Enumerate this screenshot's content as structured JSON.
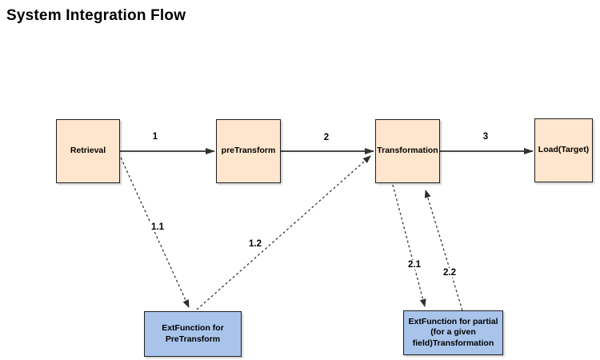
{
  "title": "System Integration Flow",
  "nodes": {
    "retrieval": {
      "label": "Retrieval"
    },
    "pretransform": {
      "label": "preTransform"
    },
    "transformation": {
      "label": "Transformation"
    },
    "load": {
      "label": "Load(Target)"
    },
    "ext_pretransform": {
      "label": "ExtFunction for\nPreTransform"
    },
    "ext_transformation": {
      "label": "ExtFunction for partial\n(for a given\nfield)Transformation"
    }
  },
  "edges": {
    "e1": {
      "label": "1",
      "from": "retrieval",
      "to": "preTransform",
      "style": "solid"
    },
    "e2": {
      "label": "2",
      "from": "preTransform",
      "to": "Transformation",
      "style": "solid"
    },
    "e3": {
      "label": "3",
      "from": "Transformation",
      "to": "Load(Target)",
      "style": "solid"
    },
    "e11": {
      "label": "1.1",
      "from": "Retrieval",
      "to": "ExtFunction for PreTransform",
      "style": "dashed"
    },
    "e12": {
      "label": "1.2",
      "from": "ExtFunction for PreTransform",
      "to": "Transformation",
      "style": "dashed"
    },
    "e21": {
      "label": "2.1",
      "from": "Transformation",
      "to": "ExtFunction for partial (for a given field)Transformation",
      "style": "dashed"
    },
    "e22": {
      "label": "2.2",
      "from": "ExtFunction for partial (for a given field)Transformation",
      "to": "Transformation",
      "style": "dashed"
    }
  },
  "colors": {
    "process_fill": "#FFE6CC",
    "external_fill": "#A9C4EB",
    "node_border": "#1f1f1f",
    "solid_edge": "#333333",
    "dashed_edge": "#3a3a3a",
    "background": "#ffffff"
  }
}
